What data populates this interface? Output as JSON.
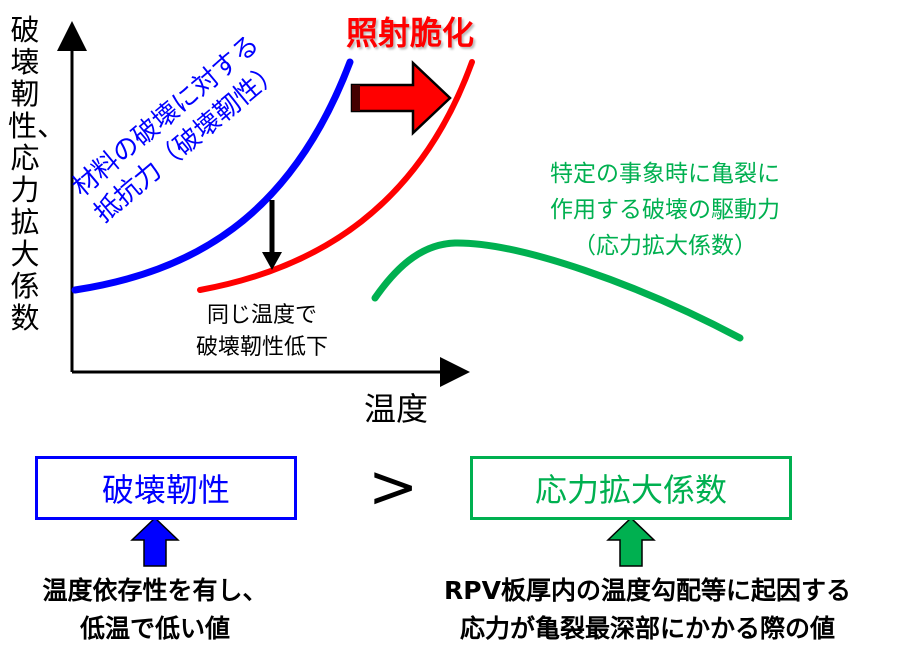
{
  "y_axis_label": "破壊靭性、応力拡大係数",
  "x_axis_label": "温度",
  "irradiation_title": "照射脆化",
  "blue_annotation": {
    "line1": "材料の破壊に対する",
    "line2": "抵抗力（破壊靭性）"
  },
  "black_annotation": {
    "line1": "同じ温度で",
    "line2": "破壊靭性低下"
  },
  "green_annotation": {
    "line1": "特定の事象時に亀裂に",
    "line2": "作用する破壊の駆動力",
    "line3": "（応力拡大係数）"
  },
  "left_box": "破壊靭性",
  "comparison": ">",
  "right_box": "応力拡大係数",
  "left_note": {
    "line1": "温度依存性を有し、",
    "line2": "低温で低い値"
  },
  "right_note": {
    "line1": "RPV板厚内の温度勾配等に起因する",
    "line2": "応力が亀裂最深部にかかる際の値"
  },
  "colors": {
    "blue": "#0000ff",
    "red": "#ff0000",
    "green": "#00b050",
    "black": "#000000"
  }
}
